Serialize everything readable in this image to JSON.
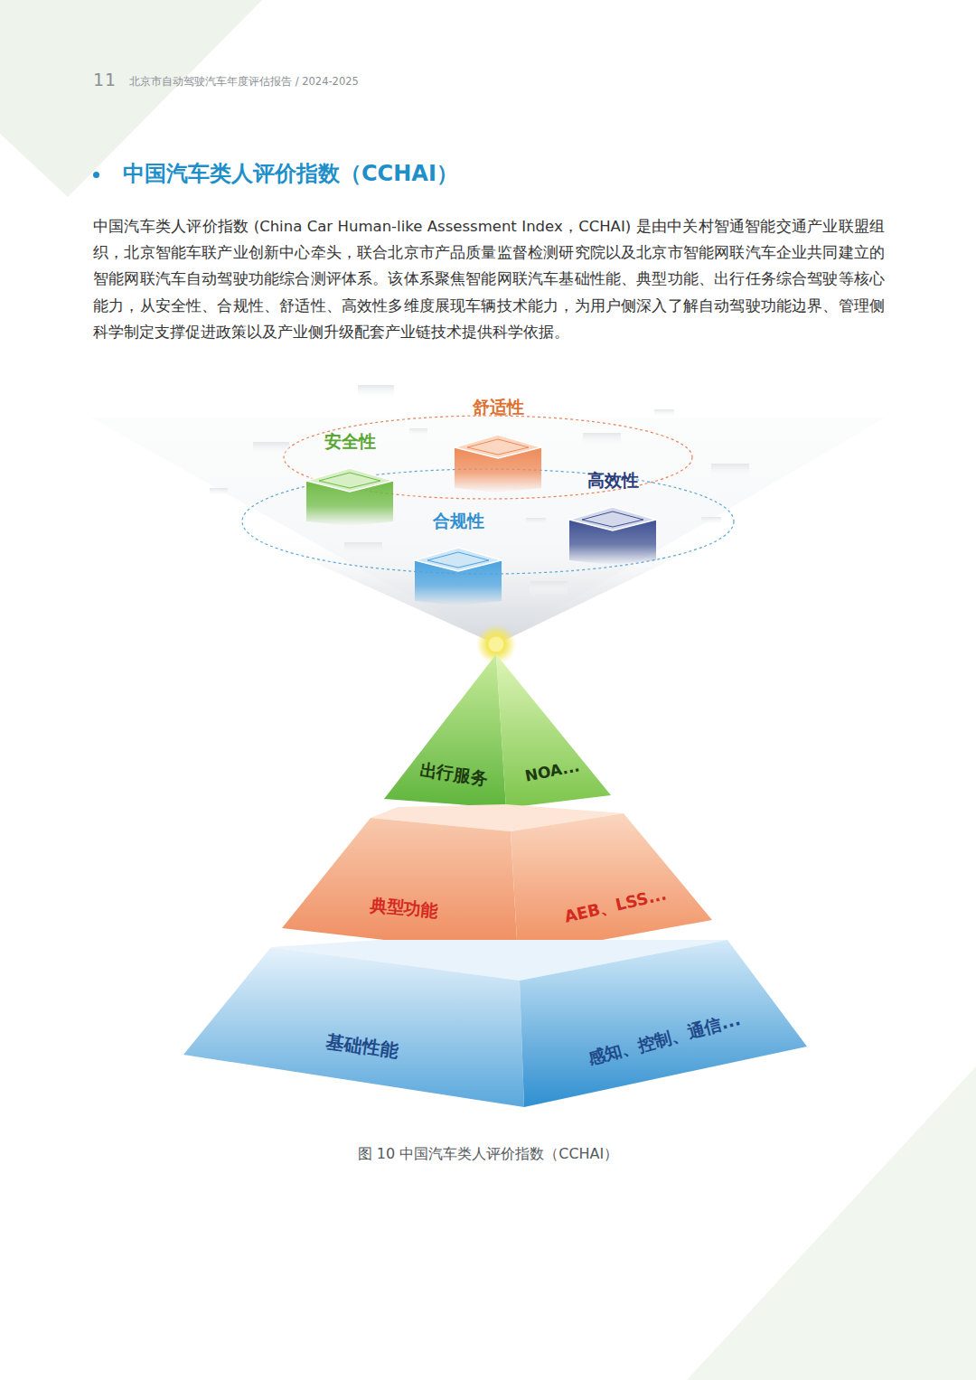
{
  "diagram": {
    "title": "中国汽车类人评价指数（CCHAI）",
    "caption": "图 10 中国汽车类人评价指数（CCHAI）",
    "nodes": [
      {
        "text": [
          "舒适性"
        ]
      },
      {
        "text": [
          "安全性"
        ]
      },
      {
        "text": [
          "高效性"
        ]
      },
      {
        "text": [
          "合规性"
        ]
      },
      {
        "text": [
          "出行服务",
          "NOA..."
        ]
      },
      {
        "text": [
          "典型功能",
          "AEB、LSS..."
        ]
      },
      {
        "text": [
          "基础性能",
          "感知、控制、通信..."
        ]
      }
    ],
    "labels": [
      "11",
      "北京市自动驾驶汽车年度评估报告 / 2024-2025",
      "中国汽车类人评价指数 (China Car Human-like Assessment Index，CCHAI) 是由中关村智通智能交通产业联盟组织，北京智能车联产业创新中心牵头，联合北京市产品质量监督检测研究院以及北京市智能网联汽车企业共同建立的智能网联汽车自动驾驶功能综合测评体系。该体系聚焦智能网联汽车基础性能、典型功能、出行任务综合驾驶等核心能力，从安全性、合规性、舒适性、高效性多维度展现车辆技术能力，为用户侧深入了解自动驾驶功能边界、管理侧科学制定支撑促进政策以及产业侧升级配套产业链技术提供科学依据。"
    ]
  }
}
